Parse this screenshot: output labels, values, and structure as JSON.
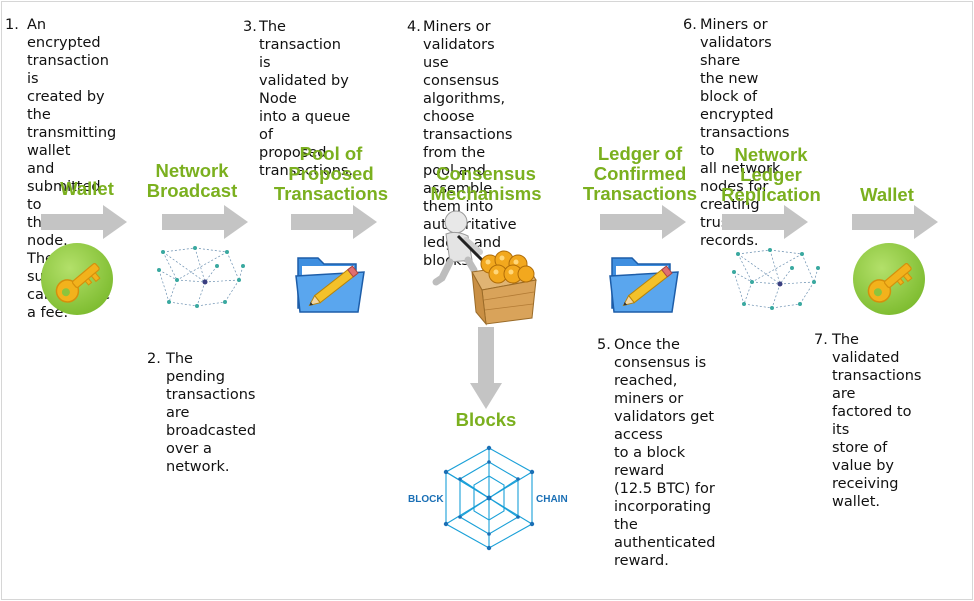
{
  "steps": [
    {
      "num": "1.",
      "lines": [
        "An encrypted",
        "transaction is",
        "created by the",
        "transmitting wallet",
        "and submitted to",
        "the network node.",
        "The submission",
        "can include a fee."
      ]
    },
    {
      "num": "2.",
      "lines": [
        "The pending",
        "transactions are",
        "broadcasted",
        "over a network."
      ]
    },
    {
      "num": "3.",
      "lines": [
        "The transaction is",
        "validated by Node",
        "into a queue of",
        "proposed",
        "transactions."
      ]
    },
    {
      "num": "4.",
      "lines": [
        "Miners or validators",
        "use consensus",
        "algorithms, choose",
        "transactions from the",
        "pool and assemble",
        "them into authoritative",
        "ledger and blocks."
      ]
    },
    {
      "num": "5.",
      "lines": [
        "Once the consensus is",
        "reached, miners or",
        "validators get access",
        "to a block reward",
        "(12.5 BTC) for",
        "incorporating the",
        "authenticated reward."
      ]
    },
    {
      "num": "6.",
      "lines": [
        "Miners or validators share",
        "the new block of",
        "encrypted transactions to",
        "all network nodes for",
        "creating trusted records."
      ]
    },
    {
      "num": "7.",
      "lines": [
        "The validated",
        "transactions are",
        "factored to its",
        "store of value by",
        "receiving wallet."
      ]
    }
  ],
  "stages": [
    {
      "lines": [
        "Wallet"
      ]
    },
    {
      "lines": [
        "Network",
        "Broadcast"
      ]
    },
    {
      "lines": [
        "Pool of",
        "Proposed",
        "Transactions"
      ]
    },
    {
      "lines": [
        "Consensus",
        "Mechanisms"
      ]
    },
    {
      "lines": [
        "Ledger of",
        "Confirmed",
        "Transactions"
      ]
    },
    {
      "lines": [
        "Network",
        "Ledger",
        "Replication"
      ]
    },
    {
      "lines": [
        "Wallet"
      ]
    },
    {
      "lines": [
        "Blocks"
      ]
    }
  ],
  "blockchain_logo": {
    "left": "BLOCK",
    "right": "CHAIN"
  },
  "icons": {
    "wallet": "key-icon",
    "network": "network-graph-icon",
    "folder": "folder-pencil-icon",
    "miner": "miner-with-coins-icon",
    "blockchain": "blockchain-logo-icon",
    "arrow": "right-arrow-icon"
  },
  "colors": {
    "title_green": "#7bb01f",
    "arrow_gray": "#c4c4c4",
    "key_circle": "#8cc43c",
    "key_gold": "#f2b21c",
    "network_teal": "#3aa9a0",
    "folder_blue": "#2e7ed1",
    "chain_blue": "#1aa0d8"
  }
}
